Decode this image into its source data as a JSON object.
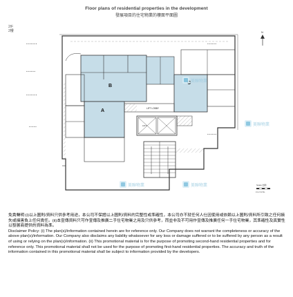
{
  "header": {
    "title_en": "Floor plans of residential properties in the development",
    "title_zh": "發展項目的住宅物業的樓面平面圖"
  },
  "floor": {
    "label_en": "2/F",
    "label_zh": "2樓"
  },
  "watermark": {
    "text": "美聯物業"
  },
  "plan": {
    "units": [
      {
        "label": "A",
        "color": "#c6dde8"
      },
      {
        "label": "B",
        "color": "#c6dde8"
      },
      {
        "label": "C",
        "color": "#c6dde8"
      }
    ],
    "lift_lobby": "LIFT LOBBY",
    "lift": "LIFT",
    "north_label": "N"
  },
  "scale_bar": {
    "label": "Scale 比例",
    "marks": "0  1  2  3  4  5m"
  },
  "disclaimer": {
    "zh": "免責聲明:(i)以上圖則/資料只供參考用途，本公司不保證以上圖則/資料的完整性或準確性，本公司亦不就任何人仕因使用或依賴以上圖則/資料所引致之任何損失或損害負上任何責任。(ii)本宣傳資料只可作宣傳及推廣二手住宅物業之用及只供參考，而並非及不可用作宣傳及推廣任何一手住宅物業，其準確性及真實性以發展商提供的資料為準。",
    "en": "Disclaimer Policy: (i) The plan(s)/information contained herein are for reference only. Our Company does not warrant the completeness or accuracy of the above plan(s)/information. Our Company also disclaims any liability whatsoever for any loss or damage suffered or to be suffered by any person as a result of using or relying on the plan(s)/information. (ii) This promotional material is for the purpose of promoting second-hand residential properties and for reference only. This promotional material shall not be used for the purpose of promoting first-hand residential properties. The accuracy and truth of the information contained in this promotional material shall be subject to information provided by the developers."
  }
}
